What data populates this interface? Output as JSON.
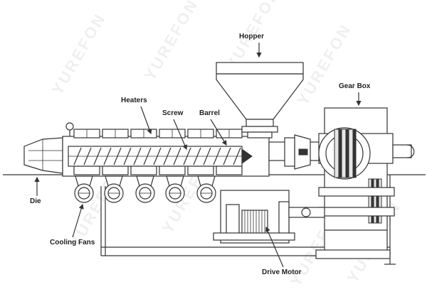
{
  "labels": {
    "hopper": "Hopper",
    "gear_box": "Gear Box",
    "heaters": "Heaters",
    "screw": "Screw",
    "barrel": "Barrel",
    "die": "Die",
    "cooling_fans": "Cooling Fans",
    "drive_motor": "Drive Motor"
  },
  "watermark": "YUREFON",
  "colors": {
    "line": "#333333",
    "fill": "#ffffff",
    "shade": "#e6e6e6"
  }
}
